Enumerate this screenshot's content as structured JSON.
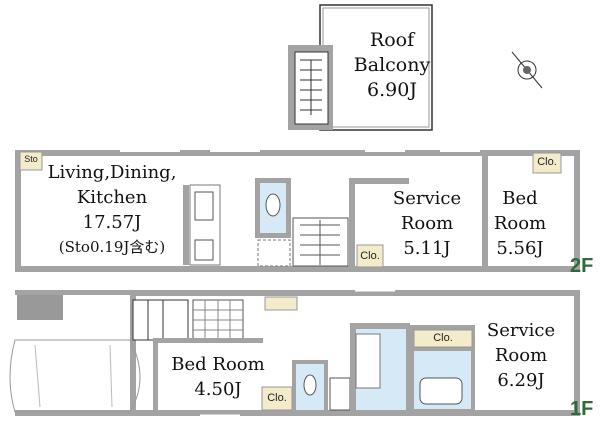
{
  "roof": {
    "line1": "Roof",
    "line2": "Balcony",
    "line3": "6.90J"
  },
  "floor2": {
    "label": "2F",
    "ldk": {
      "line1": "Living,Dining,",
      "line2": "Kitchen",
      "line3": "17.57J",
      "line4": "(Sto0.19J含む)"
    },
    "sto": "Sto",
    "service": {
      "line1": "Service",
      "line2": "Room",
      "line3": "5.11J"
    },
    "service_clo": "Clo.",
    "bed": {
      "line1": "Bed",
      "line2": "Room",
      "line3": "5.56J"
    },
    "bed_clo": "Clo."
  },
  "floor1": {
    "label": "1F",
    "bed": {
      "line1": "Bed Room",
      "line2": "4.50J"
    },
    "bed_clo": "Clo.",
    "service": {
      "line1": "Service",
      "line2": "Room",
      "line3": "6.29J"
    },
    "service_clo": "Clo."
  },
  "colors": {
    "wall": "#a3a3a3",
    "closet": "#f4ebcb",
    "wet": "#d6e9f7",
    "floor_label": "#2e6b3a"
  }
}
